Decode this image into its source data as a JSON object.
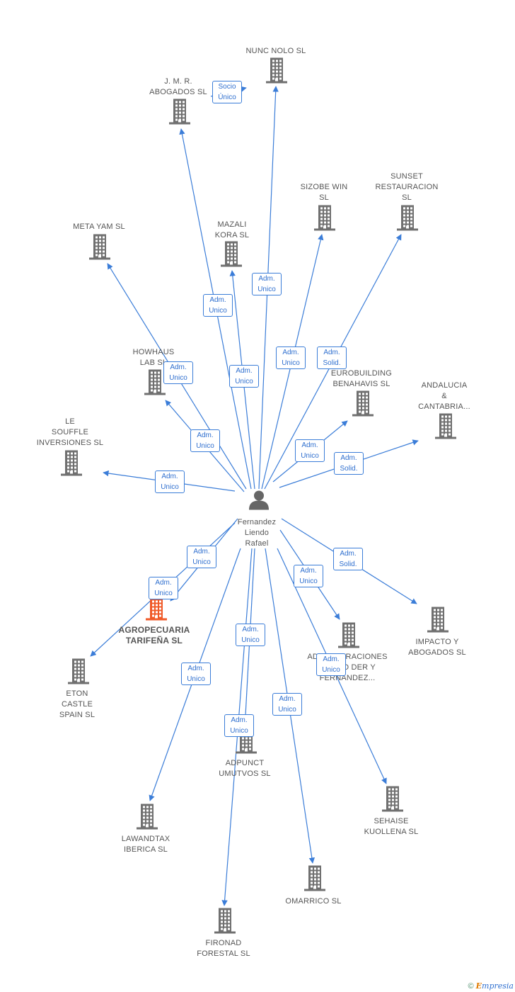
{
  "diagram": {
    "center": {
      "id": "fernandez",
      "label": "Fernandez\nLiendo\nRafael",
      "icon": "person-icon",
      "color": "#666666"
    },
    "colors": {
      "edge": "#3b7dd8",
      "building": "#707070",
      "focus_building": "#f05a28"
    },
    "nodes": [
      {
        "id": "nunc-nolo",
        "label": "NUNC NOLO SL",
        "icon": "building-icon"
      },
      {
        "id": "jmr-abogados",
        "label": "J. M. R.\nABOGADOS SL",
        "icon": "building-icon"
      },
      {
        "id": "sizobe-win",
        "label": "SIZOBE WIN\nSL",
        "icon": "building-icon"
      },
      {
        "id": "sunset-restauracion",
        "label": "SUNSET\nRESTAURACION\nSL",
        "icon": "building-icon"
      },
      {
        "id": "meta-yam",
        "label": "META YAM SL",
        "icon": "building-icon"
      },
      {
        "id": "mazali-kora",
        "label": "MAZALI\nKORA SL",
        "icon": "building-icon"
      },
      {
        "id": "howhaus-lab",
        "label": "HOWHAUS\nLAB SL",
        "icon": "building-icon"
      },
      {
        "id": "eurobuilding",
        "label": "EUROBUILDING\nBENAHAVIS SL",
        "icon": "building-icon"
      },
      {
        "id": "andalucia",
        "label": "ANDALUCIA\n&\nCANTABRIA...",
        "icon": "building-icon"
      },
      {
        "id": "le-souffle",
        "label": "LE\nSOUFFLE\nINVERSIONES SL",
        "icon": "building-icon"
      },
      {
        "id": "agropecuaria",
        "label": "AGROPECUARIA\nTARIFEÑA SL",
        "icon": "building-icon",
        "focus": true
      },
      {
        "id": "eton-castle",
        "label": "ETON\nCASTLE\nSPAIN SL",
        "icon": "building-icon"
      },
      {
        "id": "impacto",
        "label": "IMPACTO Y\nABOGADOS SL",
        "icon": "building-icon"
      },
      {
        "id": "administraciones",
        "label": "ADMINISTRACIONES\nLIENDO DER Y\nFERNANDEZ...",
        "icon": "building-icon"
      },
      {
        "id": "adpunct",
        "label": "ADPUNCT\nUMUTVOS SL",
        "icon": "building-icon"
      },
      {
        "id": "sehaise",
        "label": "SEHAISE\nKUOLLENA SL",
        "icon": "building-icon"
      },
      {
        "id": "lawandtax",
        "label": "LAWANDTAX\nIBERICA SL",
        "icon": "building-icon"
      },
      {
        "id": "omarrico",
        "label": "OMARRICO SL",
        "icon": "building-icon"
      },
      {
        "id": "fironad",
        "label": "FIRONAD\nFORESTAL SL",
        "icon": "building-icon"
      }
    ],
    "edges": [
      {
        "from": "fernandez",
        "to": "nunc-nolo",
        "label": "Adm.\nUnico"
      },
      {
        "from": "fernandez",
        "to": "jmr-abogados",
        "label": "Adm.\nUnico"
      },
      {
        "from": "jmr-abogados",
        "to": "nunc-nolo",
        "label": "Socio\nÚnico"
      },
      {
        "from": "fernandez",
        "to": "sizobe-win",
        "label": "Adm.\nUnico"
      },
      {
        "from": "fernandez",
        "to": "sunset-restauracion",
        "label": "Adm.\nSolid."
      },
      {
        "from": "fernandez",
        "to": "meta-yam",
        "label": "Adm.\nUnico"
      },
      {
        "from": "fernandez",
        "to": "mazali-kora",
        "label": "Adm.\nUnico"
      },
      {
        "from": "fernandez",
        "to": "howhaus-lab",
        "label": "Adm.\nUnico"
      },
      {
        "from": "fernandez",
        "to": "eurobuilding",
        "label": "Adm.\nUnico"
      },
      {
        "from": "fernandez",
        "to": "andalucia",
        "label": "Adm.\nSolid."
      },
      {
        "from": "fernandez",
        "to": "le-souffle",
        "label": "Adm.\nUnico"
      },
      {
        "from": "fernandez",
        "to": "agropecuaria",
        "label": "Adm.\nUnico"
      },
      {
        "from": "fernandez",
        "to": "eton-castle",
        "label": "Adm.\nUnico"
      },
      {
        "from": "fernandez",
        "to": "impacto",
        "label": "Adm.\nSolid."
      },
      {
        "from": "fernandez",
        "to": "administraciones",
        "label": "Adm.\nUnico"
      },
      {
        "from": "fernandez",
        "to": "adpunct",
        "label": "Adm.\nUnico"
      },
      {
        "from": "fernandez",
        "to": "sehaise",
        "label": "Adm.\nUnico"
      },
      {
        "from": "fernandez",
        "to": "lawandtax",
        "label": "Adm.\nUnico"
      },
      {
        "from": "fernandez",
        "to": "omarrico",
        "label": "Adm.\nUnico"
      },
      {
        "from": "fernandez",
        "to": "fironad",
        "label": "Adm.\nUnico"
      }
    ]
  },
  "footer": {
    "copyright_symbol": "©",
    "brand_initial": "E",
    "brand_rest": "mpresia"
  }
}
